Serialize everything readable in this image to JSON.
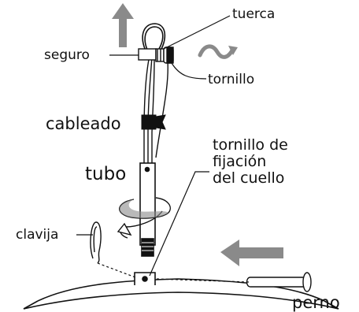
{
  "labels": {
    "tuerca": "tuerca",
    "seguro": "seguro",
    "tornillo": "tornillo",
    "cableado": "cableado",
    "tubo": "tubo",
    "tornillo_fijacion": "tornillo de\nfijación\ndel cuello",
    "clavija": "clavija",
    "perno": "perno"
  },
  "colors": {
    "line": "#111111",
    "arrow_gray": "#8a8a8a",
    "connector": "#111111",
    "background": "#ffffff"
  },
  "icons": {
    "up_arrow": "arrow-up-icon",
    "wave_arrow": "wave-arrow-icon",
    "left_arrow": "arrow-left-icon",
    "rotate_arrow": "rotate-arrow-icon"
  }
}
